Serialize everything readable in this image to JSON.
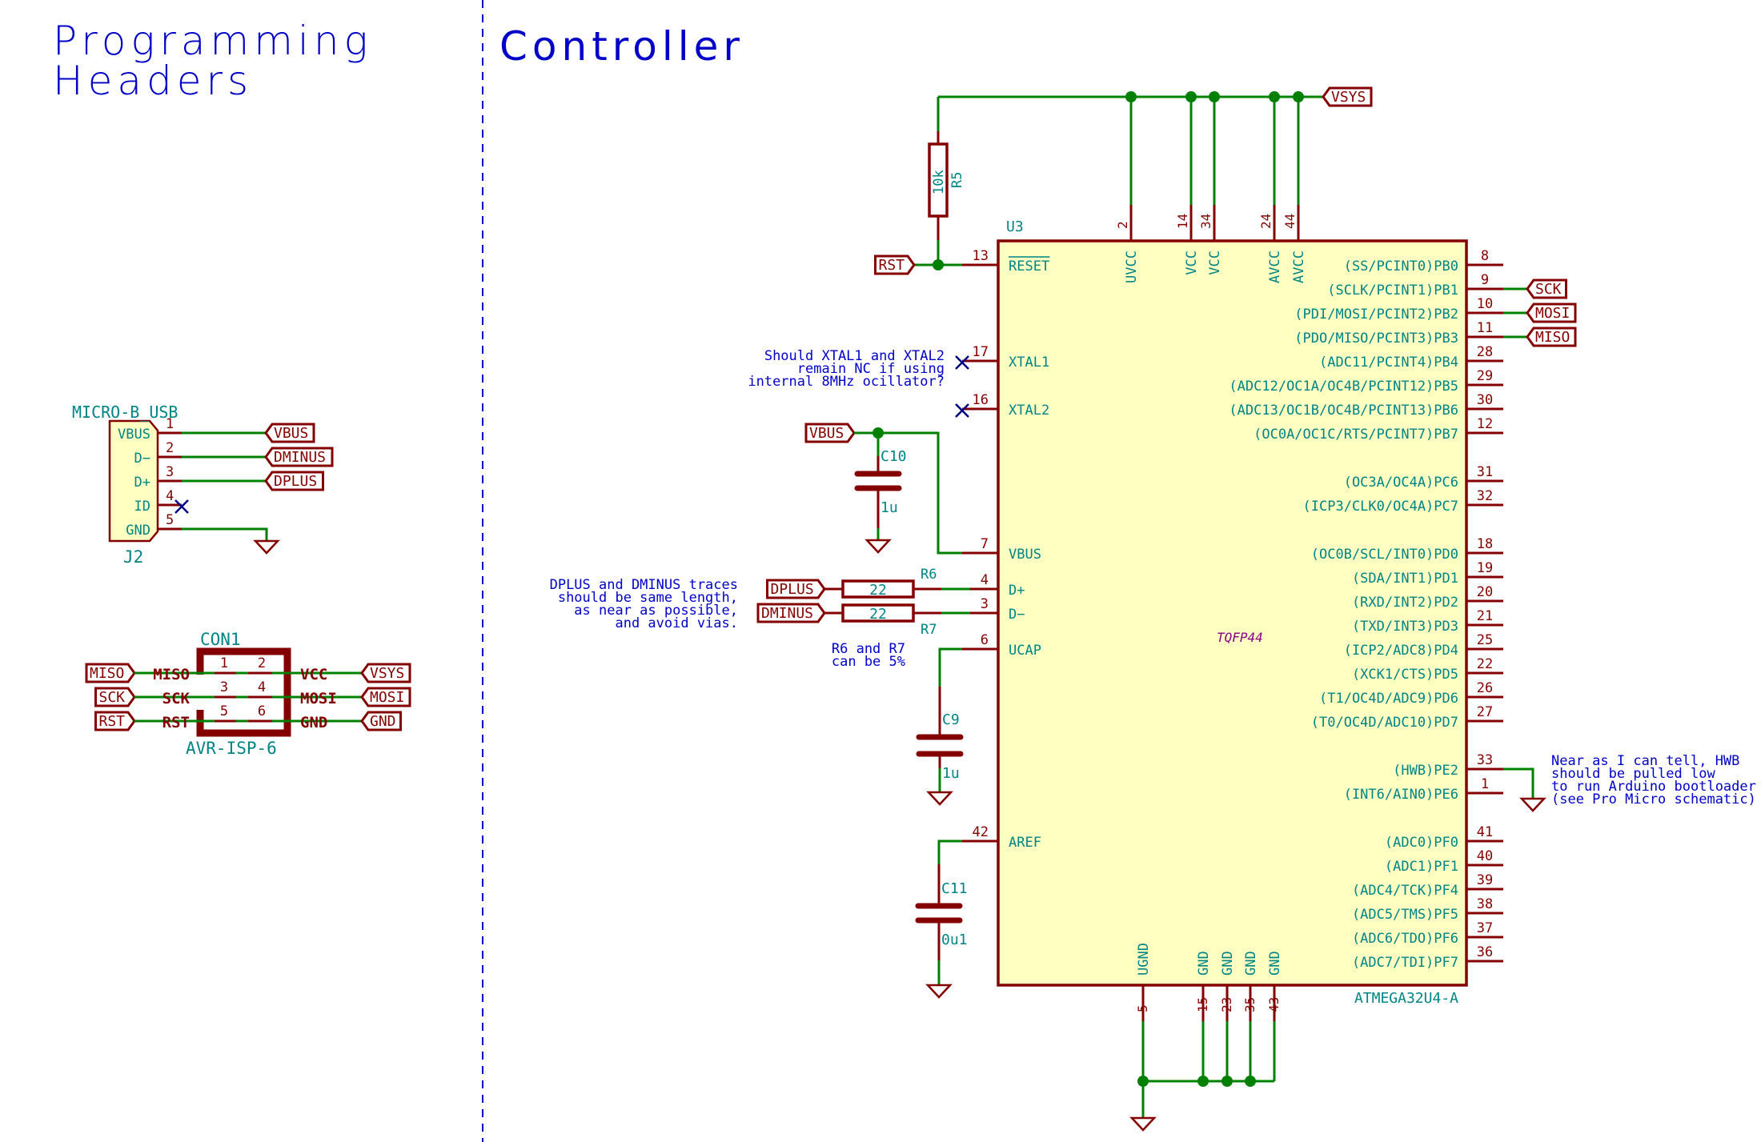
{
  "colors": {
    "wire": "#008000",
    "pin": "#840000",
    "body_fill": "#ffffc2",
    "pin_name": "#008484",
    "note": "#0000c8",
    "footprint": "#840084",
    "nc": "#000084"
  },
  "sheet": {
    "titles": [
      {
        "id": "programming-headers-title",
        "lines": [
          "Programming",
          "Headers"
        ]
      },
      {
        "id": "controller-title",
        "lines": [
          "Controller"
        ]
      }
    ]
  },
  "notes": {
    "xtal": [
      "Should XTAL1 and XTAL2",
      "remain NC if using",
      "internal 8MHz ocillator?"
    ],
    "usb_traces": [
      "DPLUS and DMINUS traces",
      "should be same length,",
      "as near as possible,",
      "and avoid vias."
    ],
    "resistors": [
      "R6 and R7",
      "can be 5%"
    ],
    "hwb": [
      "Near as I can tell, HWB",
      "should be pulled low",
      "to run Arduino bootloader",
      "(see Pro Micro schematic)"
    ]
  },
  "j2": {
    "ref": "J2",
    "value": "MICRO-B_USB",
    "pins": [
      {
        "num": "1",
        "name": "VBUS",
        "net": "VBUS"
      },
      {
        "num": "2",
        "name": "D−",
        "net": "DMINUS"
      },
      {
        "num": "3",
        "name": "D+",
        "net": "DPLUS"
      },
      {
        "num": "4",
        "name": "ID",
        "net": "NC"
      },
      {
        "num": "5",
        "name": "GND",
        "net": "GND"
      }
    ]
  },
  "con1": {
    "ref": "CON1",
    "value": "AVR-ISP-6",
    "rows": [
      {
        "left_net": "MISO",
        "left_name": "MISO",
        "left_num": "1",
        "right_num": "2",
        "right_name": "VCC",
        "right_net": "VSYS"
      },
      {
        "left_net": "SCK",
        "left_name": "SCK",
        "left_num": "3",
        "right_num": "4",
        "right_name": "MOSI",
        "right_net": "MOSI"
      },
      {
        "left_net": "RST",
        "left_name": "RST",
        "left_num": "5",
        "right_num": "6",
        "right_name": "GND",
        "right_net": "GND"
      }
    ]
  },
  "u3": {
    "ref": "U3",
    "value": "ATMEGA32U4-A",
    "footprint": "TQFP44",
    "top_pins": [
      {
        "num": "2",
        "name": "UVCC"
      },
      {
        "num": "14",
        "name": "VCC"
      },
      {
        "num": "34",
        "name": "VCC"
      },
      {
        "num": "24",
        "name": "AVCC"
      },
      {
        "num": "44",
        "name": "AVCC"
      }
    ],
    "bottom_pins": [
      {
        "num": "5",
        "name": "UGND"
      },
      {
        "num": "15",
        "name": "GND"
      },
      {
        "num": "23",
        "name": "GND"
      },
      {
        "num": "35",
        "name": "GND"
      },
      {
        "num": "43",
        "name": "GND"
      }
    ],
    "left_pins": [
      {
        "num": "13",
        "name": "RESET",
        "overbar": true
      },
      {
        "num": "17",
        "name": "XTAL1",
        "nc": true
      },
      {
        "num": "16",
        "name": "XTAL2",
        "nc": true
      },
      {
        "num": "7",
        "name": "VBUS"
      },
      {
        "num": "4",
        "name": "D+"
      },
      {
        "num": "3",
        "name": "D−"
      },
      {
        "num": "6",
        "name": "UCAP"
      },
      {
        "num": "42",
        "name": "AREF"
      }
    ],
    "right_pins": [
      {
        "num": "8",
        "name": "(SS/PCINT0)PB0"
      },
      {
        "num": "9",
        "name": "(SCLK/PCINT1)PB1",
        "net": "SCK"
      },
      {
        "num": "10",
        "name": "(PDI/MOSI/PCINT2)PB2",
        "net": "MOSI"
      },
      {
        "num": "11",
        "name": "(PDO/MISO/PCINT3)PB3",
        "net": "MISO"
      },
      {
        "num": "28",
        "name": "(ADC11/PCINT4)PB4"
      },
      {
        "num": "29",
        "name": "(ADC12/OC1A/OC4B/PCINT12)PB5"
      },
      {
        "num": "30",
        "name": "(ADC13/OC1B/OC4B/PCINT13)PB6"
      },
      {
        "num": "12",
        "name": "(OC0A/OC1C/RTS/PCINT7)PB7"
      },
      {
        "num": "31",
        "name": "(OC3A/OC4A)PC6"
      },
      {
        "num": "32",
        "name": "(ICP3/CLK0/OC4A)PC7"
      },
      {
        "num": "18",
        "name": "(OC0B/SCL/INT0)PD0"
      },
      {
        "num": "19",
        "name": "(SDA/INT1)PD1"
      },
      {
        "num": "20",
        "name": "(RXD/INT2)PD2"
      },
      {
        "num": "21",
        "name": "(TXD/INT3)PD3"
      },
      {
        "num": "25",
        "name": "(ICP2/ADC8)PD4"
      },
      {
        "num": "22",
        "name": "(XCK1/CTS)PD5"
      },
      {
        "num": "26",
        "name": "(T1/OC4D/ADC9)PD6"
      },
      {
        "num": "27",
        "name": "(T0/OC4D/ADC10)PD7"
      },
      {
        "num": "33",
        "name": "(HWB)PE2",
        "net": "GND"
      },
      {
        "num": "1",
        "name": "(INT6/AIN0)PE6"
      },
      {
        "num": "41",
        "name": "(ADC0)PF0"
      },
      {
        "num": "40",
        "name": "(ADC1)PF1"
      },
      {
        "num": "39",
        "name": "(ADC4/TCK)PF4"
      },
      {
        "num": "38",
        "name": "(ADC5/TMS)PF5"
      },
      {
        "num": "37",
        "name": "(ADC6/TDO)PF6"
      },
      {
        "num": "36",
        "name": "(ADC7/TDI)PF7"
      }
    ]
  },
  "passives": {
    "r5": {
      "ref": "R5",
      "value": "10k"
    },
    "r6": {
      "ref": "R6",
      "value": "22",
      "net": "DPLUS"
    },
    "r7": {
      "ref": "R7",
      "value": "22",
      "net": "DMINUS"
    },
    "c10": {
      "ref": "C10",
      "value": "1u"
    },
    "c9": {
      "ref": "C9",
      "value": "1u"
    },
    "c11": {
      "ref": "C11",
      "value": "0u1"
    }
  },
  "global_labels": {
    "vsys": "VSYS",
    "rst": "RST",
    "vbus": "VBUS"
  }
}
